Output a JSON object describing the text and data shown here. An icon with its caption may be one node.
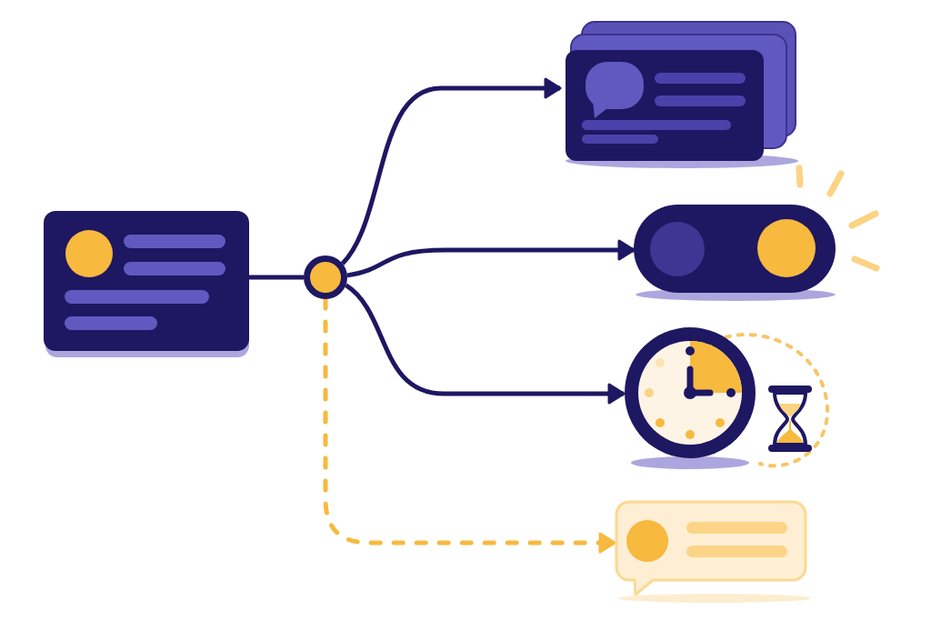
{
  "diagram": {
    "nodes": [
      {
        "text": [],
        "shape": "picture"
      },
      {
        "text": [],
        "shape": "circle"
      },
      {
        "text": [],
        "shape": "picture"
      },
      {
        "text": [],
        "shape": "picture"
      },
      {
        "text": [],
        "shape": "picture"
      },
      {
        "text": [],
        "shape": "picture"
      }
    ],
    "edges": [
      {
        "from": 0,
        "to": 1,
        "arrow": "none"
      },
      {
        "from": 1,
        "to": 2,
        "arrow": "to"
      },
      {
        "from": 1,
        "to": 3,
        "arrow": "to"
      },
      {
        "from": 1,
        "to": 4,
        "arrow": "to"
      },
      {
        "from": 1,
        "to": 5,
        "arrow": "to",
        "style": "dashed",
        "color": "#f7b93e"
      }
    ]
  }
}
